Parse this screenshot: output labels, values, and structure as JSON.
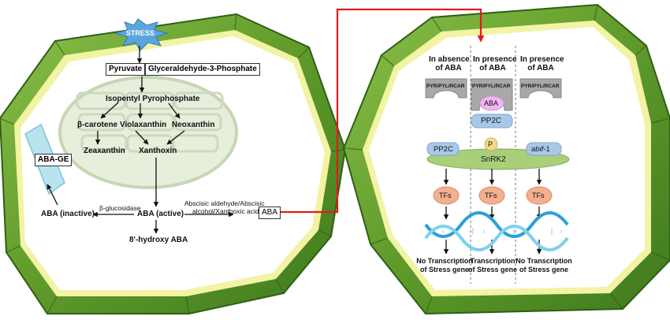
{
  "colors": {
    "cell_wall": "#6fa335",
    "cell_wall_dark": "#3f7a1e",
    "membrane": "#f2f3a4",
    "chloroplast": "#dfead0",
    "stress_star": "#5aa6dc",
    "arrow_red": "#e01b1b",
    "tf": "#f3b08f",
    "snrk2": "#a9cf7a",
    "pp2c": "#a9c8e8",
    "aba_pink": "#f0b6ef",
    "receptor": "#a9a9a9",
    "dna_blue": "#2aa0d8"
  },
  "left_cell": {
    "stress": "STRESS",
    "pyruvate": "Pyruvate",
    "g3p": "Glyceraldehyde-3-Phosphate",
    "ipp": "Isopentyl Pyrophosphate",
    "beta_carotene": "β-carotene",
    "violaxanthin": "Violaxanthin",
    "neoxanthin": "Neoxanthin",
    "zeaxanthin": "Zeaxanthin",
    "xanthoxin": "Xanthoxin",
    "aba_ge": "ABA-GE",
    "aba_inactive": "ABA (inactive)",
    "beta_glucosidase": "β-glucosidase",
    "aba_active": "ABA (active)",
    "abscisic_line1": "Abscisic aldehyde/Abscisic",
    "abscisic_line2": "alcohol/Xanthoxic acid",
    "hydroxy_aba": "8'-hydroxy ABA",
    "aba_box": "ABA"
  },
  "right_cell": {
    "col1_title_1": "In absence",
    "col1_title_2": "of ABA",
    "col2_title_1": "In presence",
    "col2_title_2": "of ABA",
    "col3_title_1": "In presence",
    "col3_title_2": "of ABA",
    "receptor": "PYR/PYL/RCAR",
    "aba": "ABA",
    "pp2c": "PP2C",
    "p": "P",
    "snrk2": "SnRK2",
    "abif_1": "abif",
    "abif_2": "-1",
    "tfs": "TFs",
    "no_tx_1": "No Transcription",
    "no_tx_2": "of Stress gene",
    "tx_1": "Transcription",
    "tx_2": "of Stress gene"
  }
}
